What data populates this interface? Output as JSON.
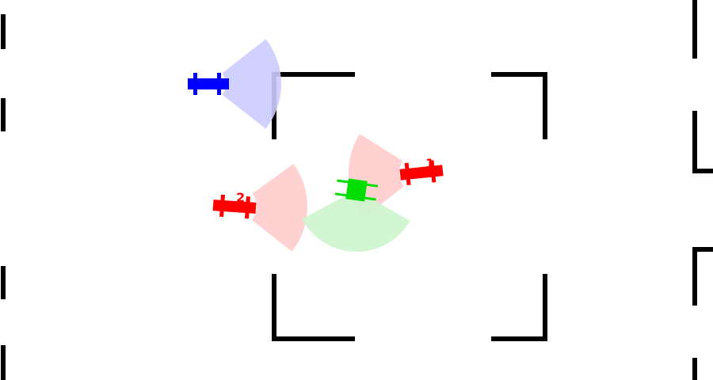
{
  "colors": {
    "background": "#ffffff",
    "wall": "#000000",
    "blue_agent": "#0000ff",
    "blue_view": "#ccccff",
    "red_agent": "#ff0000",
    "red_view": "#ffcccc",
    "green_agent": "#00dd00",
    "green_view": "#ccf5cc"
  },
  "agents": {
    "blue": {
      "team": "blue",
      "label": ""
    },
    "green": {
      "team": "green",
      "label": ""
    },
    "red_1": {
      "team": "red",
      "label": "1"
    },
    "red_2": {
      "team": "red",
      "label": "2"
    }
  }
}
